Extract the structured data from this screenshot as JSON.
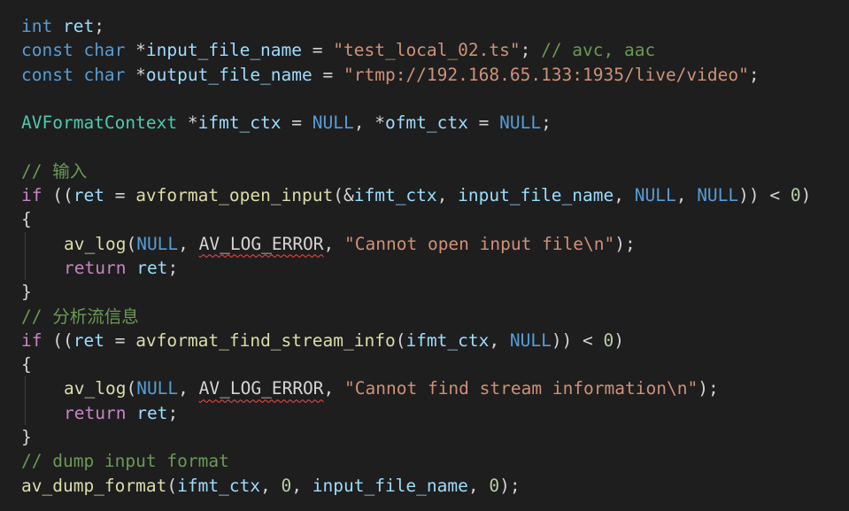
{
  "colors": {
    "background": "#1e1e1e",
    "keyword": "#569cd6",
    "control": "#c586c0",
    "identifier": "#9cdcfe",
    "function": "#dcdcaa",
    "string": "#ce9178",
    "comment": "#6a9955",
    "type": "#4ec9b0",
    "number": "#b5cea8",
    "error_squiggle": "#f14c4c"
  },
  "code": {
    "l1": {
      "kw": "int",
      "sp": " ",
      "id": "ret",
      "p": ";"
    },
    "l2": {
      "kw1": "const",
      "sp1": " ",
      "kw2": "char",
      "sp2": " ",
      "p1": "*",
      "id": "input_file_name",
      "p2": " = ",
      "str": "\"test_local_02.ts\"",
      "p3": "; ",
      "cmt": "// avc, aac"
    },
    "l3": {
      "kw1": "const",
      "sp1": " ",
      "kw2": "char",
      "sp2": " ",
      "p1": "*",
      "id": "output_file_name",
      "p2": " = ",
      "str": "\"rtmp://192.168.65.133:1935/live/video\"",
      "p3": ";"
    },
    "l5": {
      "type": "AVFormatContext",
      "p1": " *",
      "id1": "ifmt_ctx",
      "p2": " = ",
      "kw1": "NULL",
      "p3": ", *",
      "id2": "ofmt_ctx",
      "p4": " = ",
      "kw2": "NULL",
      "p5": ";"
    },
    "l7": {
      "cmt": "// 输入"
    },
    "l8": {
      "ctrl": "if",
      "p1": " ((",
      "id1": "ret",
      "p2": " = ",
      "fn": "avformat_open_input",
      "p3": "(&",
      "id2": "ifmt_ctx",
      "p4": ", ",
      "id3": "input_file_name",
      "p5": ", ",
      "kw1": "NULL",
      "p6": ", ",
      "kw2": "NULL",
      "p7": ")) < ",
      "num": "0",
      "p8": ")"
    },
    "l9": {
      "p": "{"
    },
    "l10": {
      "fn": "av_log",
      "p1": "(",
      "kw": "NULL",
      "p2": ", ",
      "macro": "AV_LOG_ERROR",
      "p3": ", ",
      "str": "\"Cannot open input file\\n\"",
      "p4": ");"
    },
    "l11": {
      "ctrl": "return",
      "sp": " ",
      "id": "ret",
      "p": ";"
    },
    "l12": {
      "p": "}"
    },
    "l13": {
      "cmt": "// 分析流信息"
    },
    "l14": {
      "ctrl": "if",
      "p1": " ((",
      "id1": "ret",
      "p2": " = ",
      "fn": "avformat_find_stream_info",
      "p3": "(",
      "id2": "ifmt_ctx",
      "p4": ", ",
      "kw": "NULL",
      "p5": ")) < ",
      "num": "0",
      "p6": ")"
    },
    "l15": {
      "p": "{"
    },
    "l16": {
      "fn": "av_log",
      "p1": "(",
      "kw": "NULL",
      "p2": ", ",
      "macro": "AV_LOG_ERROR",
      "p3": ", ",
      "str": "\"Cannot find stream information\\n\"",
      "p4": ");"
    },
    "l17": {
      "ctrl": "return",
      "sp": " ",
      "id": "ret",
      "p": ";"
    },
    "l18": {
      "p": "}"
    },
    "l19": {
      "cmt": "// dump input format"
    },
    "l20": {
      "fn": "av_dump_format",
      "p1": "(",
      "id1": "ifmt_ctx",
      "p2": ", ",
      "num1": "0",
      "p3": ", ",
      "id2": "input_file_name",
      "p4": ", ",
      "num2": "0",
      "p5": ");"
    }
  }
}
